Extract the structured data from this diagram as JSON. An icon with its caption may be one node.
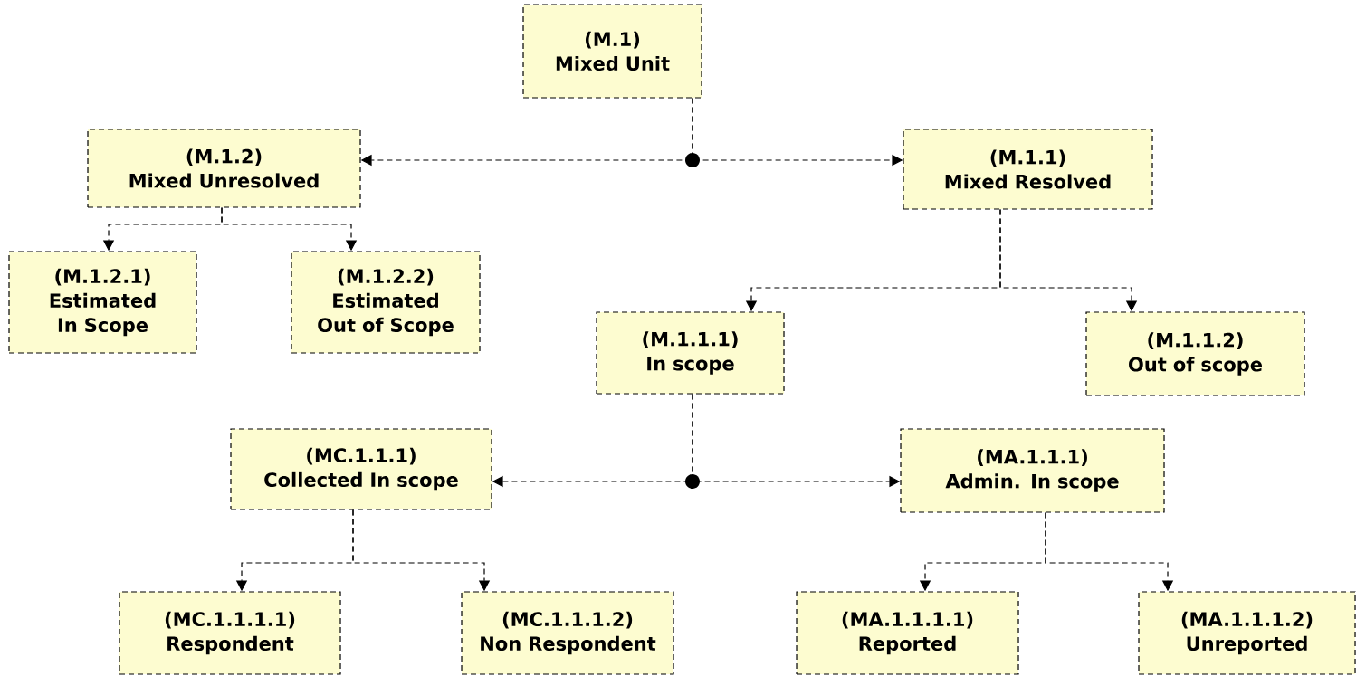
{
  "diagram": {
    "nodes": [
      {
        "text": [
          "(M.1)",
          "Mixed Unit"
        ]
      },
      {
        "text": [
          "(M.1.2)",
          "Mixed Unresolved"
        ]
      },
      {
        "text": [
          "(M.1.1)",
          "Mixed Resolved"
        ]
      },
      {
        "text": [
          "(M.1.2.1)",
          "Estimated In Scope"
        ]
      },
      {
        "text": [
          "(M.1.2.2)",
          "Estimated Out of Scope"
        ]
      },
      {
        "text": [
          "(M.1.1.1)",
          "In scope"
        ]
      },
      {
        "text": [
          "(M.1.1.2)",
          "Out of scope"
        ]
      },
      {
        "text": [
          "(MC.1.1.1)",
          "Collected In scope"
        ]
      },
      {
        "text": [
          "(MA.1.1.1)",
          "Admin. In scope"
        ]
      },
      {
        "text": [
          "(MC.1.1.1.1)",
          "Respondent"
        ]
      },
      {
        "text": [
          "(MC.1.1.1.2)",
          "Non Respondent"
        ]
      },
      {
        "text": [
          "(MA.1.1.1.1)",
          "Reported"
        ]
      },
      {
        "text": [
          "(MA.1.1.1.2)",
          "Unreported"
        ]
      }
    ],
    "edges": [
      {
        "from": 0,
        "to": 1,
        "arrow": "to",
        "style": "dashed"
      },
      {
        "from": 0,
        "to": 2,
        "arrow": "to",
        "style": "dashed"
      },
      {
        "from": 1,
        "to": 3,
        "arrow": "to",
        "style": "dashed"
      },
      {
        "from": 1,
        "to": 4,
        "arrow": "to",
        "style": "dashed"
      },
      {
        "from": 2,
        "to": 5,
        "arrow": "to",
        "style": "dashed"
      },
      {
        "from": 2,
        "to": 6,
        "arrow": "to",
        "style": "dashed"
      },
      {
        "from": 5,
        "to": 7,
        "arrow": "to",
        "style": "dashed"
      },
      {
        "from": 5,
        "to": 8,
        "arrow": "to",
        "style": "dashed"
      },
      {
        "from": 7,
        "to": 9,
        "arrow": "to",
        "style": "dashed"
      },
      {
        "from": 7,
        "to": 10,
        "arrow": "to",
        "style": "dashed"
      },
      {
        "from": 8,
        "to": 11,
        "arrow": "to",
        "style": "dashed"
      },
      {
        "from": 8,
        "to": 12,
        "arrow": "to",
        "style": "dashed"
      }
    ]
  }
}
